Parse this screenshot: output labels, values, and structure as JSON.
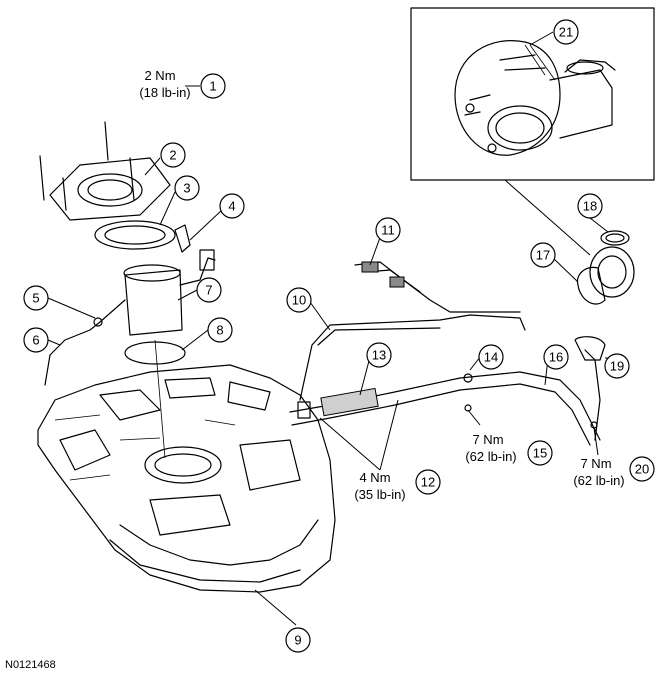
{
  "figure_id": "N0121468",
  "callouts": [
    "1",
    "2",
    "3",
    "4",
    "5",
    "6",
    "7",
    "8",
    "9",
    "10",
    "11",
    "12",
    "13",
    "14",
    "15",
    "16",
    "17",
    "18",
    "19",
    "20",
    "21"
  ],
  "torque_specs": {
    "t1": {
      "nm": "2 Nm",
      "imperial": "(18 lb-in)"
    },
    "t12": {
      "nm": "4 Nm",
      "imperial": "(35 lb-in)"
    },
    "t15": {
      "nm": "7 Nm",
      "imperial": "(62 lb-in)"
    },
    "t20": {
      "nm": "7 Nm",
      "imperial": "(62 lb-in)"
    }
  }
}
